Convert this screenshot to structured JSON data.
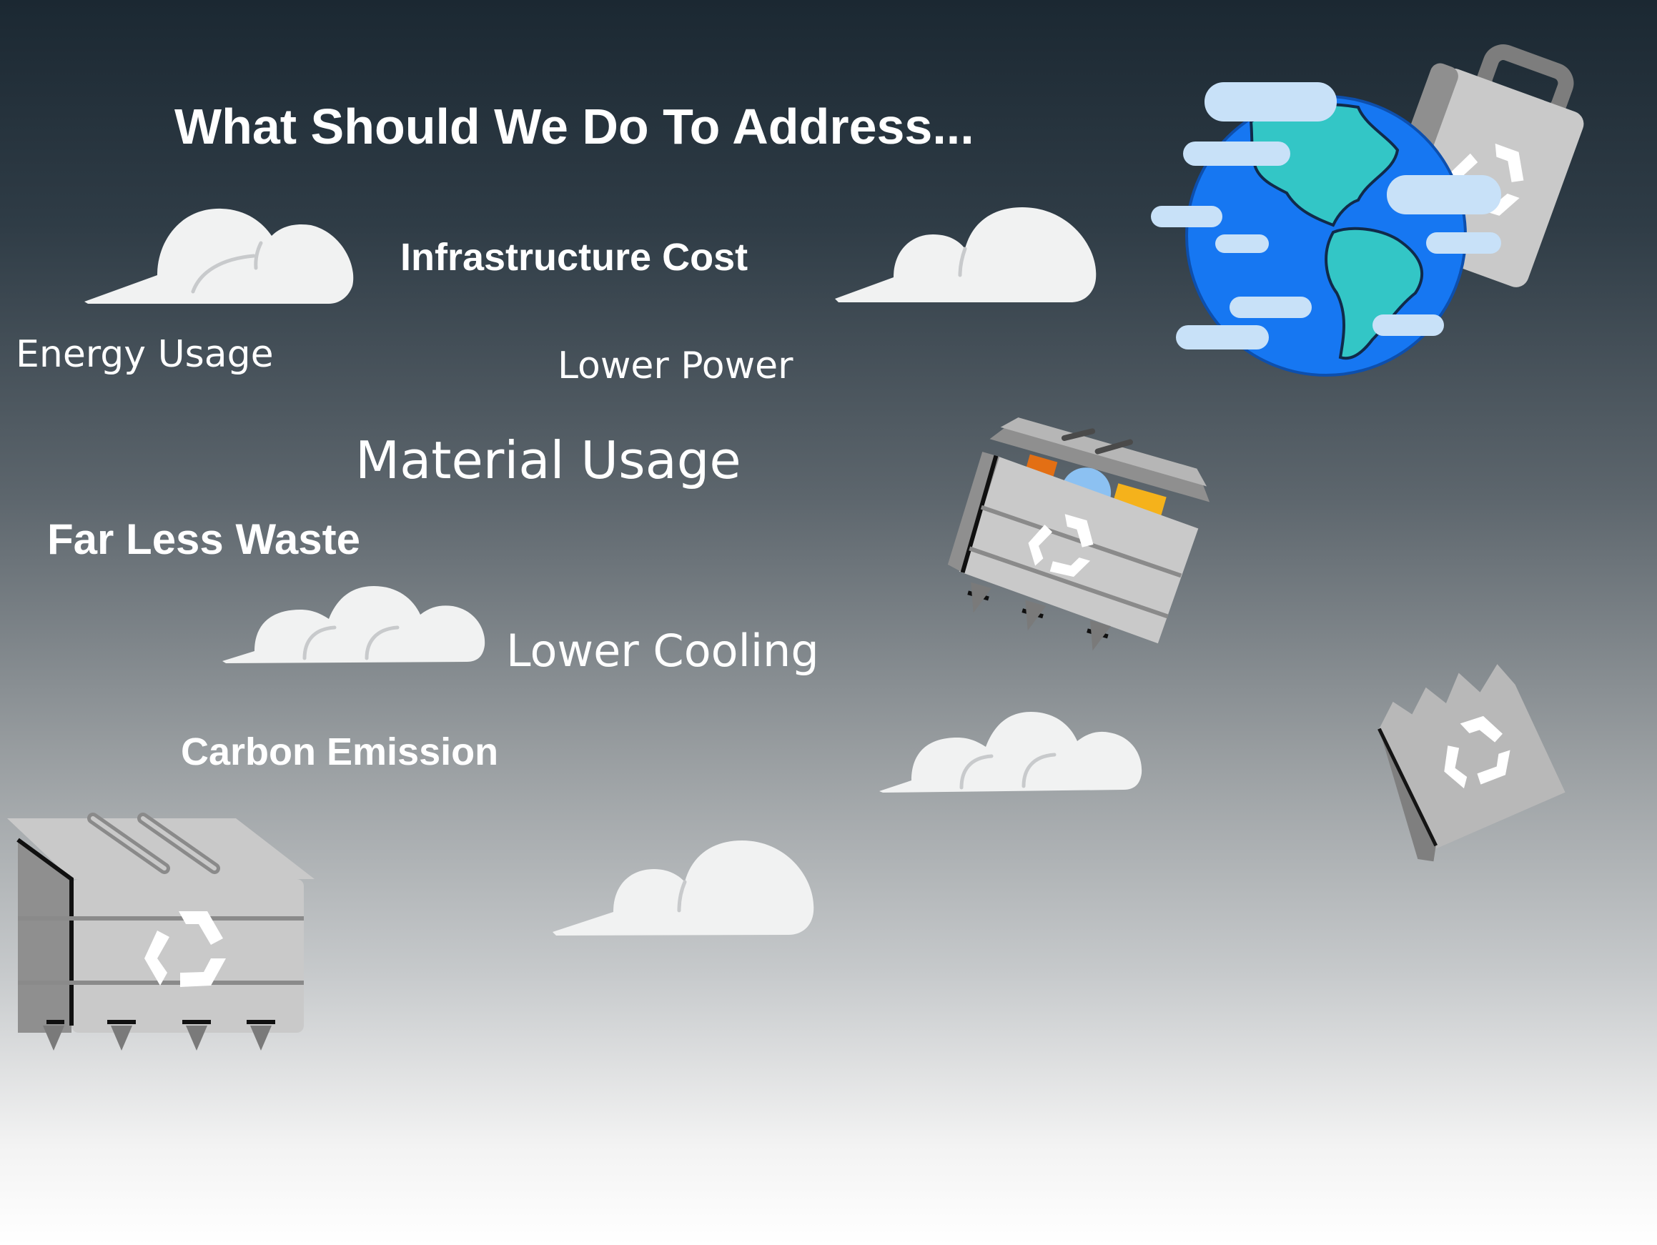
{
  "heading": "What Should We Do To Address...",
  "phrases": {
    "infrastructure_cost": "Infrastructure Cost",
    "energy_usage": "Energy Usage",
    "lower_power": "Lower Power",
    "material_usage": "Material Usage",
    "far_less_waste": "Far Less Waste",
    "lower_cooling": "Lower Cooling",
    "carbon_emission": "Carbon Emission"
  },
  "colors": {
    "text": "#ffffff",
    "cloud": "#f1f2f2",
    "ocean": "#1677f2",
    "land": "#33c6c6",
    "earth_cloud": "#c8e1f8",
    "bin_gray": "#c9c9c9",
    "bin_dark": "#8f8f8f"
  },
  "icons": [
    "cloud-icon",
    "earth-icon",
    "recycle-bag-icon",
    "open-dumpster-icon",
    "recycle-bin-icon",
    "torn-paper-recycle-icon"
  ]
}
